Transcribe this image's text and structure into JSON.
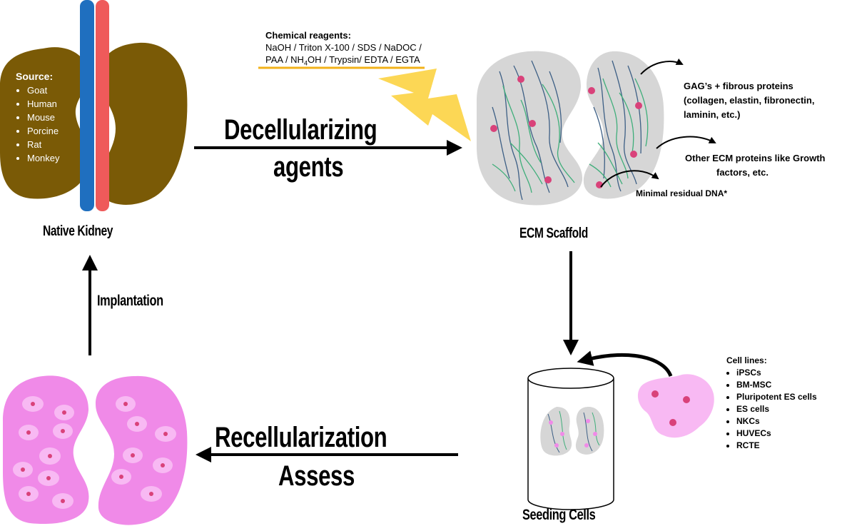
{
  "source": {
    "title": "Source:",
    "items": [
      "Goat",
      "Human",
      "Mouse",
      "Porcine",
      "Rat",
      "Monkey"
    ]
  },
  "labels": {
    "native_kidney": "Native Kidney",
    "ecm_scaffold": "ECM Scaffold",
    "seeding_cells": "Seeding Cells",
    "implantation": "Implantation"
  },
  "arrows": {
    "decellularizing_line1": "Decellularizing",
    "decellularizing_line2": "agents",
    "recellularization_line1": "Recellularization",
    "recellularization_line2": "Assess"
  },
  "reagents": {
    "title": "Chemical reagents:",
    "line1": "NaOH / Triton X-100 / SDS / NaDOC /",
    "line2_a": "PAA  / NH",
    "line2_sub": "4",
    "line2_b": "OH / Trypsin/ EDTA / EGTA"
  },
  "annotations": {
    "gags_line1": "GAG’s + fibrous proteins",
    "gags_line2": "(collagen, elastin, fibronectin,",
    "gags_line3": "laminin, etc.)",
    "other_line1": "Other ECM proteins like Growth",
    "other_line2": "factors, etc.",
    "dna": "Minimal residual DNA*"
  },
  "cell_lines": {
    "title": "Cell lines:",
    "items": [
      "iPSCs",
      "BM-MSC",
      "Pluripotent ES cells",
      "ES cells",
      "NKCs",
      "HUVECs",
      "RCTE"
    ]
  },
  "colors": {
    "kidney_native": "#7a5a06",
    "artery_blue": "#1f6fbf",
    "vein_red": "#ef5a5a",
    "scaffold_gray": "#d6d6d6",
    "fiber_blue": "#3d5f85",
    "fiber_green": "#3fae7a",
    "cell_dot": "#d9427a",
    "recell_pink": "#f08ae8",
    "cell_light": "#f8b9f3",
    "lightning": "#fcd755",
    "reagent_underline": "#f2b21a"
  }
}
